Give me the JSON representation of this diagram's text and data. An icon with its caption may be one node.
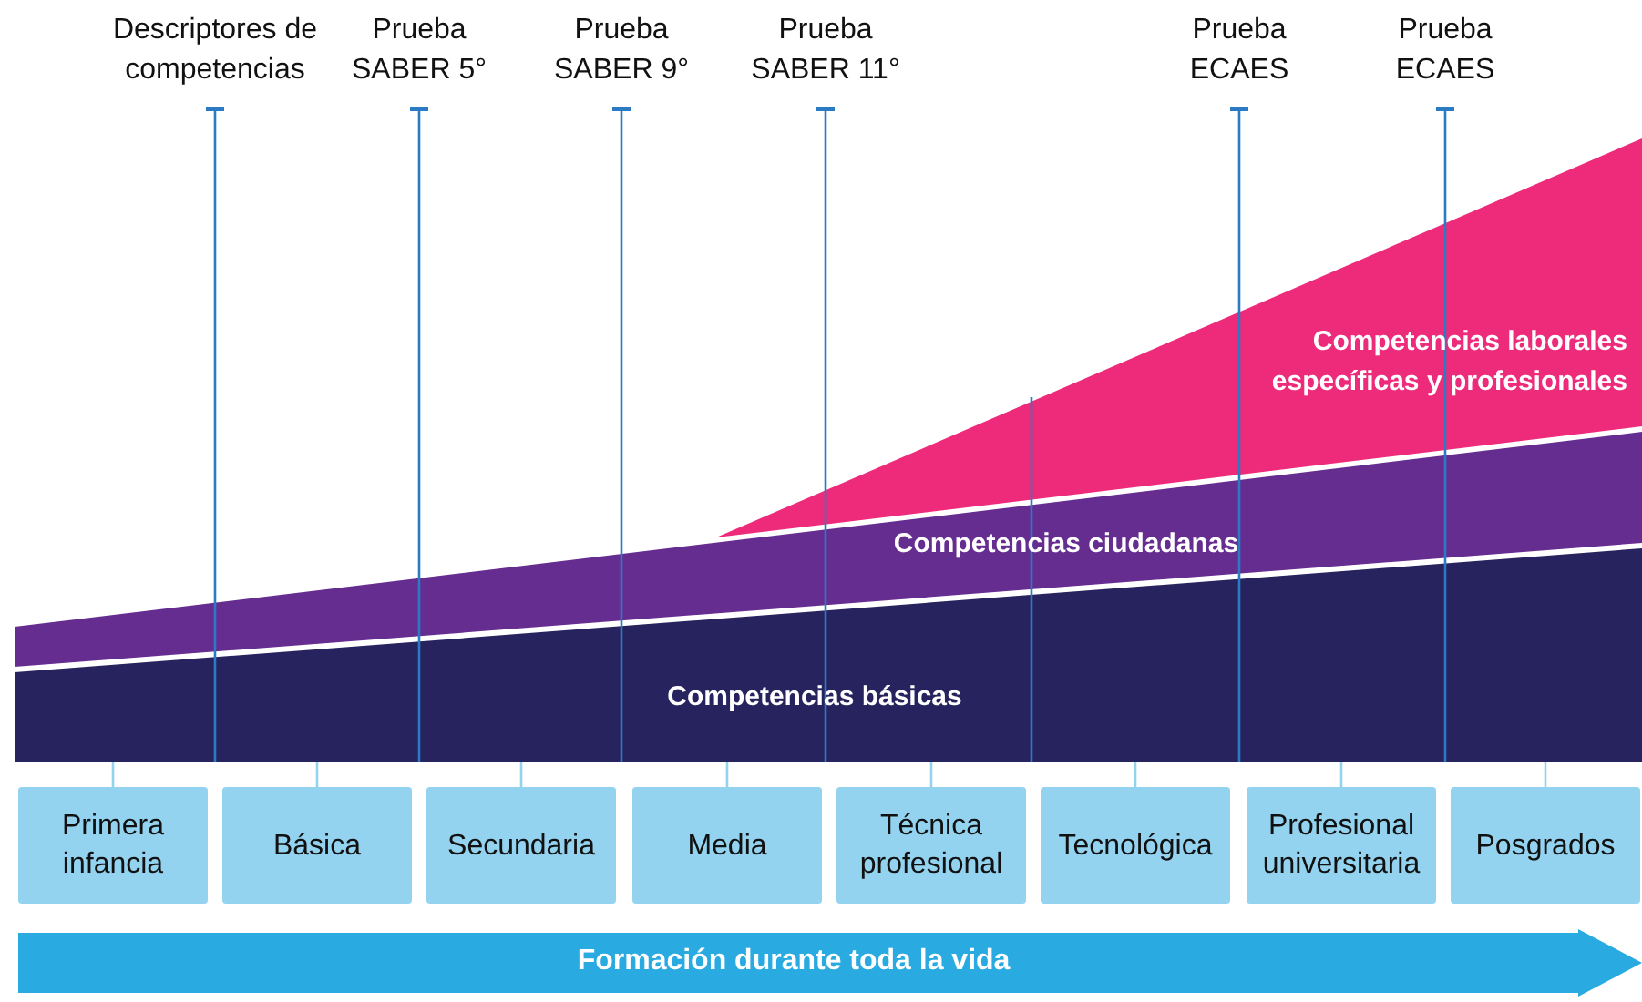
{
  "diagram": {
    "nodes": [
      {
        "text": [
          "Descriptores de competencias"
        ]
      },
      {
        "text": [
          "Prueba SABER 5°"
        ]
      },
      {
        "text": [
          "Prueba SABER 9°"
        ]
      },
      {
        "text": [
          "Prueba SABER 11°"
        ]
      },
      {
        "text": [
          "Prueba ECAES"
        ]
      },
      {
        "text": [
          "Prueba ECAES"
        ]
      },
      {
        "text": [
          "Competencias laborales específicas y profesionales"
        ]
      },
      {
        "text": [
          "Competencias ciudadanas"
        ]
      },
      {
        "text": [
          "Competencias básicas"
        ]
      },
      {
        "text": [
          "Primera infancia"
        ]
      },
      {
        "text": [
          "Básica"
        ]
      },
      {
        "text": [
          "Secundaria"
        ]
      },
      {
        "text": [
          "Media"
        ]
      },
      {
        "text": [
          "Técnica profesional"
        ]
      },
      {
        "text": [
          "Tecnológica"
        ]
      },
      {
        "text": [
          "Profesional universitaria"
        ]
      },
      {
        "text": [
          "Posgrados"
        ]
      },
      {
        "text": [
          "Formación durante toda la vida"
        ]
      }
    ],
    "edges": [
      {
        "from": 0,
        "to": 8,
        "arrow": "other",
        "color": "#2b7bc4"
      },
      {
        "from": 1,
        "to": 8,
        "arrow": "other",
        "color": "#2b7bc4"
      },
      {
        "from": 2,
        "to": 8,
        "arrow": "other",
        "color": "#2b7bc4"
      },
      {
        "from": 3,
        "to": 8,
        "arrow": "other",
        "color": "#2b7bc4"
      },
      {
        "from": 4,
        "to": 8,
        "arrow": "other",
        "color": "#2b7bc4"
      },
      {
        "from": 5,
        "to": 8,
        "arrow": "other",
        "color": "#2b7bc4"
      },
      {
        "from": 8,
        "to": 9,
        "arrow": "none"
      },
      {
        "from": 8,
        "to": 10,
        "arrow": "none"
      },
      {
        "from": 8,
        "to": 11,
        "arrow": "none"
      },
      {
        "from": 8,
        "to": 12,
        "arrow": "none"
      },
      {
        "from": 8,
        "to": 13,
        "arrow": "none"
      },
      {
        "from": 8,
        "to": 14,
        "arrow": "none"
      },
      {
        "from": 8,
        "to": 15,
        "arrow": "none"
      },
      {
        "from": 8,
        "to": 16,
        "arrow": "none"
      }
    ]
  }
}
